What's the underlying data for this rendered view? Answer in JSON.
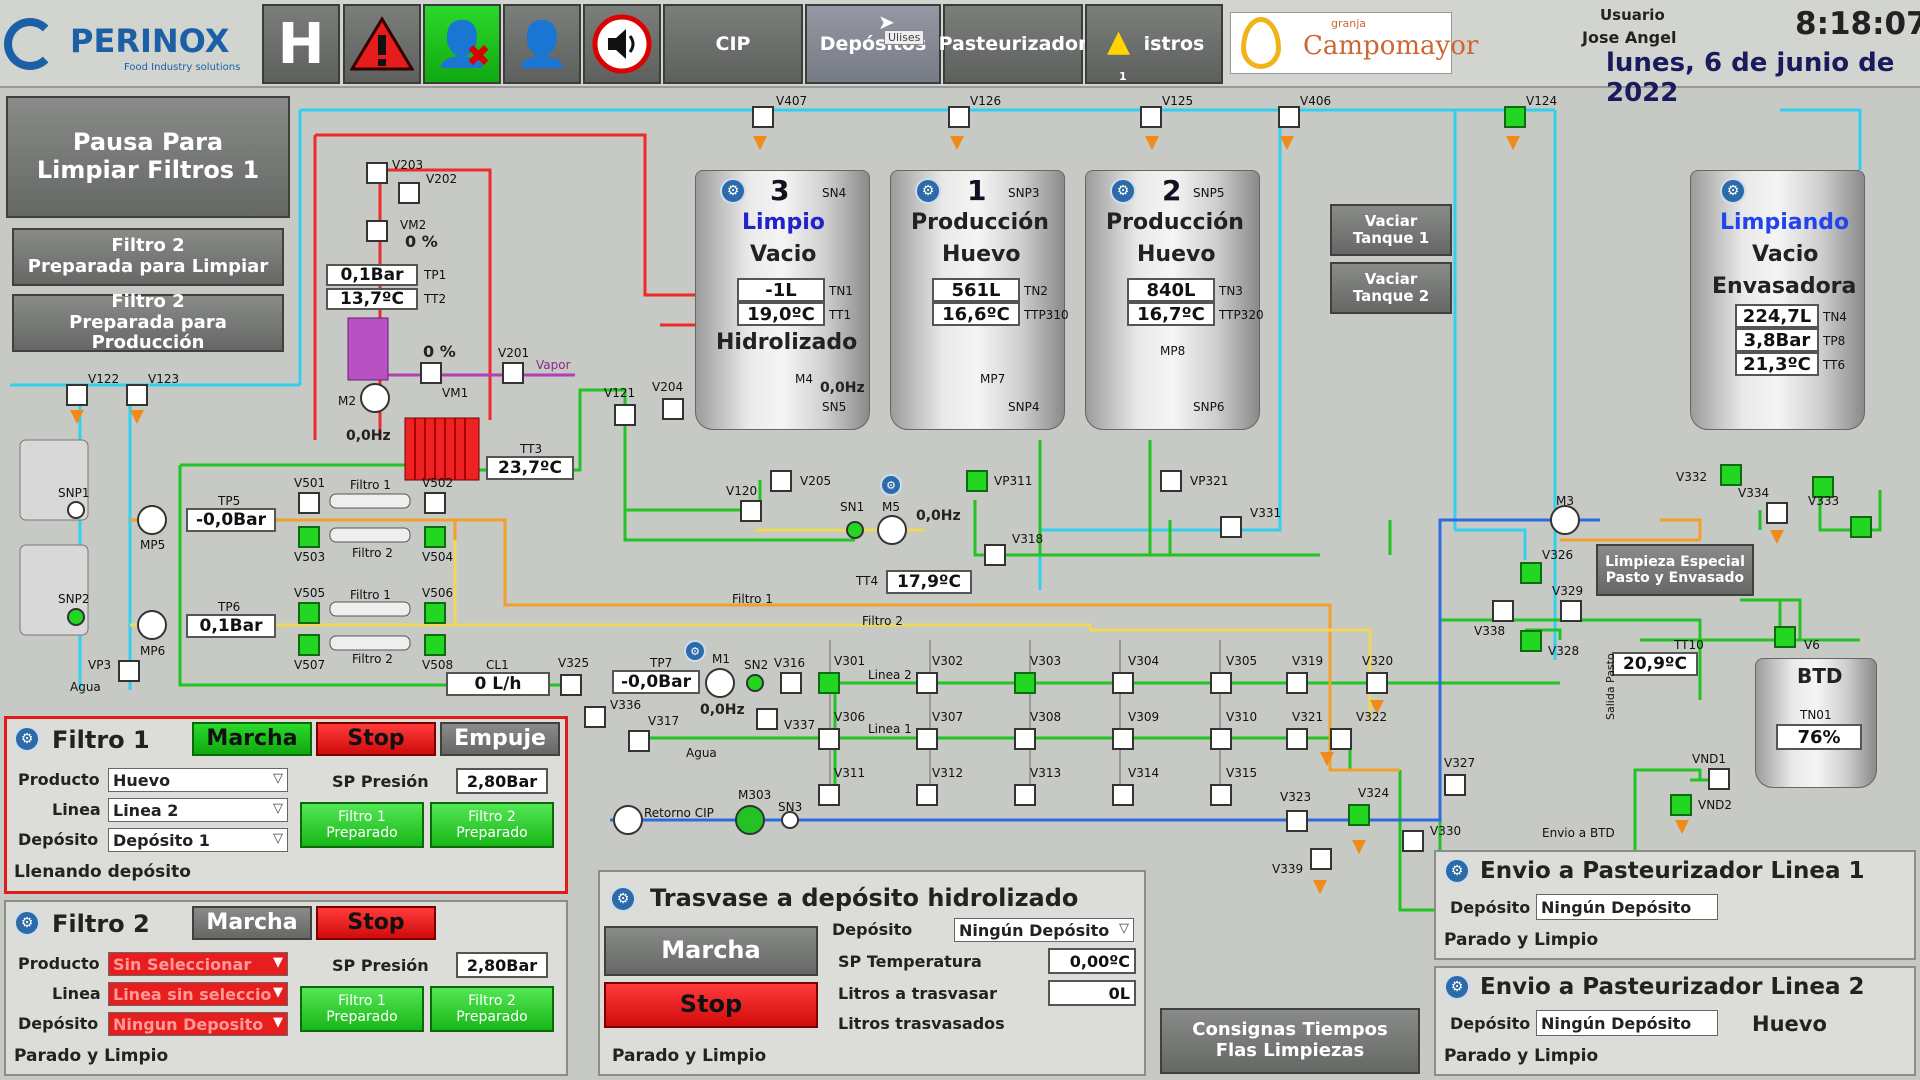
{
  "header": {
    "brand": "PERINOX",
    "brand_sub": "Food Industry solutions",
    "home": "H",
    "cip": "CIP",
    "depositos": "Depósitos",
    "tooltip": "Ulises",
    "pasteurizador": "Pasteurizador",
    "registros": "istros",
    "alarm_count": "1",
    "client_top": "granja",
    "client": "Campomayor",
    "user_label": "Usuario",
    "user_name": "Jose Angel",
    "time": "8:18:07",
    "date": "lunes, 6 de junio de 2022"
  },
  "left": {
    "pausa": "Pausa Para\nLimpiar Filtros 1",
    "filtro2_limpiar": "Filtro 2\nPreparada para Limpiar",
    "filtro2_prod": "Filtro 2\nPreparada para Producción"
  },
  "tanks": [
    {
      "num": "3",
      "state": "Limpio",
      "content": "Vacio",
      "level": "-1L",
      "temp": "19,0ºC",
      "tn": "TN1",
      "tt": "TT1",
      "extra": "Hidrolizado",
      "snp_top": "SN4",
      "snp_bot": "SN5",
      "motor": "M4",
      "hz": "0,0Hz"
    },
    {
      "num": "1",
      "state": "Producción",
      "content": "Huevo",
      "level": "561L",
      "temp": "16,6ºC",
      "tn": "TN2",
      "tt": "TTP310",
      "snp_top": "SNP3",
      "snp_bot": "SNP4",
      "motor": "MP7"
    },
    {
      "num": "2",
      "state": "Producción",
      "content": "Huevo",
      "level": "840L",
      "temp": "16,7ºC",
      "tn": "TN3",
      "tt": "TTP320",
      "snp_top": "SNP5",
      "snp_bot": "SNP6",
      "motor": "MP8"
    }
  ],
  "tank4": {
    "state": "Limpiando",
    "content": "Vacio",
    "dest": "Envasadora",
    "level": "224,7L",
    "pressure": "3,8Bar",
    "temp": "21,3ºC",
    "tn": "TN4",
    "tp": "TP8",
    "tt": "TT6"
  },
  "vaciar1": "Vaciar\nTanque 1",
  "vaciar2": "Vaciar\nTanque 2",
  "limpieza_especial": "Limpieza Especial\nPasto y Envasado",
  "btd": {
    "title": "BTD",
    "tag": "TN01",
    "level": "76%"
  },
  "process": {
    "tp1": "0,1Bar",
    "tt2": "13,7ºC",
    "vm2_pct": "0 %",
    "vm1_pct": "0 %",
    "m2_hz": "0,0Hz",
    "tt3": "23,7ºC",
    "tp5": "-0,0Bar",
    "tp6": "0,1Bar",
    "cl1": "0 L/h",
    "tp7": "-0,0Bar",
    "m1_hz": "0,0Hz",
    "m5_hz": "0,0Hz",
    "tt4": "17,9ºC",
    "tt10": "20,9ºC",
    "vapor": "Vapor",
    "agua": "Agua",
    "filtro1": "Filtro 1",
    "filtro2": "Filtro 2",
    "linea1": "Linea 1",
    "linea2": "Linea 2",
    "retorno": "Retorno CIP",
    "salida_pasto": "Salida Pasto",
    "envio_btd": "Envio a BTD"
  },
  "valves": {
    "v407": "V407",
    "v126": "V126",
    "v125": "V125",
    "v406": "V406",
    "v124": "V124",
    "v203": "V203",
    "v202": "V202",
    "vm2": "VM2",
    "tp1": "TP1",
    "tt2": "TT2",
    "v201": "V201",
    "vm1": "VM1",
    "m2": "M2",
    "v122": "V122",
    "v123": "V123",
    "v121": "V121",
    "v204": "V204",
    "tt3": "TT3",
    "snp1": "SNP1",
    "snp2": "SNP2",
    "mp5": "MP5",
    "mp6": "MP6",
    "tp5": "TP5",
    "tp6": "TP6",
    "v501": "V501",
    "v502": "V502",
    "v503": "V503",
    "v504": "V504",
    "v505": "V505",
    "v506": "V506",
    "v507": "V507",
    "v508": "V508",
    "vp3": "VP3",
    "cl1": "CL1",
    "v325": "V325",
    "v336": "V336",
    "tp7": "TP7",
    "v317": "V317",
    "m1": "M1",
    "sn2": "SN2",
    "v316": "V316",
    "v337": "V337",
    "v120": "V120",
    "v205": "V205",
    "sn1": "SN1",
    "m5": "M5",
    "vp311": "VP311",
    "vp321": "VP321",
    "v318": "V318",
    "tt4": "TT4",
    "v331": "V331",
    "v301": "V301",
    "v302": "V302",
    "v303": "V303",
    "v304": "V304",
    "v305": "V305",
    "v319": "V319",
    "v320": "V320",
    "v306": "V306",
    "v307": "V307",
    "v308": "V308",
    "v309": "V309",
    "v310": "V310",
    "v321": "V321",
    "v322": "V322",
    "v311": "V311",
    "v312": "V312",
    "v313": "V313",
    "v314": "V314",
    "v315": "V315",
    "m303": "M303",
    "sn3": "SN3",
    "v323": "V323",
    "v324": "V324",
    "v339": "V339",
    "v330": "V330",
    "v327": "V327",
    "m3": "M3",
    "v326": "V326",
    "v329": "V329",
    "v338": "V338",
    "v328": "V328",
    "v332": "V332",
    "v334": "V334",
    "v333": "V333",
    "tt10": "TT10",
    "v6": "V6",
    "vnd1": "VND1",
    "vnd2": "VND2"
  },
  "filtro1": {
    "title": "Filtro 1",
    "marcha": "Marcha",
    "stop": "Stop",
    "empuje": "Empuje",
    "producto_lbl": "Producto",
    "producto": "Huevo",
    "linea_lbl": "Linea",
    "linea": "Linea 2",
    "deposito_lbl": "Depósito",
    "deposito": "Depósito 1",
    "sp_lbl": "SP Presión",
    "sp": "2,80Bar",
    "f1prep": "Filtro 1\nPreparado",
    "f2prep": "Filtro 2\nPreparado",
    "status": "Llenando depósito"
  },
  "filtro2": {
    "title": "Filtro 2",
    "marcha": "Marcha",
    "stop": "Stop",
    "producto_lbl": "Producto",
    "producto": "Sin Seleccionar",
    "linea_lbl": "Linea",
    "linea": "Linea sin seleccio",
    "deposito_lbl": "Depósito",
    "deposito": "Ningun Deposito",
    "sp_lbl": "SP Presión",
    "sp": "2,80Bar",
    "f1prep": "Filtro 1\nPreparado",
    "f2prep": "Filtro 2\nPreparado",
    "status": "Parado y Limpio"
  },
  "trasvase": {
    "title": "Trasvase a depósito hidrolizado",
    "marcha": "Marcha",
    "stop": "Stop",
    "deposito_lbl": "Depósito",
    "deposito": "Ningún Depósito",
    "sp_temp_lbl": "SP Temperatura",
    "sp_temp": "0,00ºC",
    "litros_lbl": "Litros a trasvasar",
    "litros": "0L",
    "litros_tras_lbl": "Litros trasvasados",
    "status": "Parado y Limpio"
  },
  "consignas": "Consignas Tiempos\nFlas Limpiezas",
  "past1": {
    "title": "Envio a Pasteurizador Linea 1",
    "deposito_lbl": "Depósito",
    "deposito": "Ningún Depósito",
    "status": "Parado y Limpio"
  },
  "past2": {
    "title": "Envio a Pasteurizador Linea 2",
    "deposito_lbl": "Depósito",
    "deposito": "Ningún Depósito",
    "product": "Huevo",
    "status": "Parado y Limpio"
  }
}
